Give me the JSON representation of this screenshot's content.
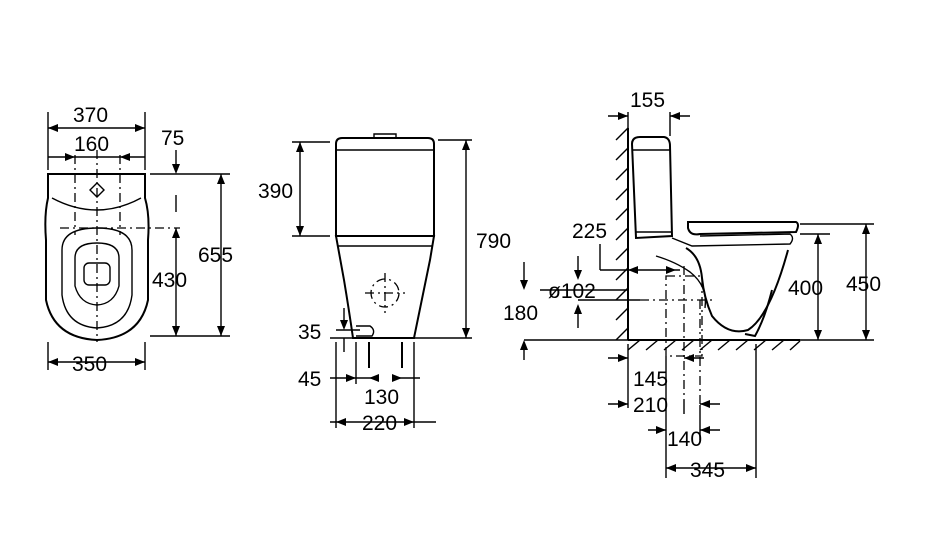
{
  "top_view": {
    "dim_width": "370",
    "dim_hole_spacing": "160",
    "dim_hole_offset": "75",
    "dim_depth": "655",
    "dim_hole_to_front": "430",
    "dim_base_width": "350"
  },
  "front_view": {
    "dim_cistern_height": "390",
    "dim_total_height": "790",
    "dim_inlet_height": "35",
    "dim_inlet_offset": "45",
    "dim_fixing_spacing": "130",
    "dim_base_width": "220"
  },
  "side_view": {
    "dim_wall_gap": "155",
    "dim_outlet_offset": "225",
    "dim_pipe_diameter": "ø102",
    "dim_outlet_height": "180",
    "dim_seat_height": "400",
    "dim_total_seat_height": "450",
    "dim_fixing_1": "145",
    "dim_fixing_2": "210",
    "dim_outlet_center": "140",
    "dim_outlet_max": "345"
  }
}
